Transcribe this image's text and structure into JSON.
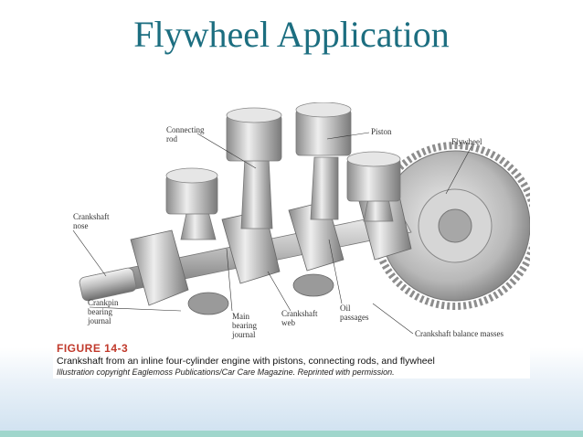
{
  "slide": {
    "title": "Flywheel Application"
  },
  "figure": {
    "number": "FIGURE 14-3",
    "caption": "Crankshaft from an inline four-cylinder engine with pistons, connecting rods, and flywheel",
    "credit": "Illustration copyright Eaglemoss Publications/Car Care Magazine.  Reprinted with permission.",
    "labels": {
      "connecting_rod_1": "Connecting",
      "connecting_rod_2": "rod",
      "piston": "Piston",
      "flywheel": "Flywheel",
      "crankshaft_nose_1": "Crankshaft",
      "crankshaft_nose_2": "nose",
      "crankpin_1": "Crankpin",
      "crankpin_2": "bearing",
      "crankpin_3": "journal",
      "main_bearing_1": "Main",
      "main_bearing_2": "bearing",
      "main_bearing_3": "journal",
      "crankshaft_web_1": "Crankshaft",
      "crankshaft_web_2": "web",
      "oil_passages_1": "Oil",
      "oil_passages_2": "passages",
      "balance_masses": "Crankshaft balance masses"
    }
  }
}
